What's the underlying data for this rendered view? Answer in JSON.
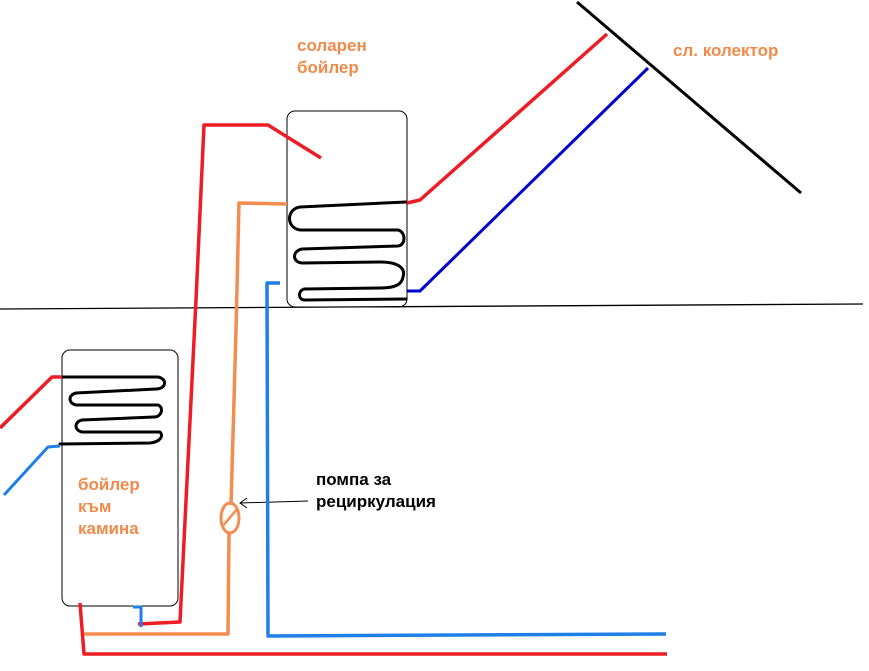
{
  "labels": {
    "solar_boiler_line1": "соларен",
    "solar_boiler_line2": "бойлер",
    "collector": "сл. колектор",
    "fireplace_boiler_line1": "бойлер",
    "fireplace_boiler_line2": "към",
    "fireplace_boiler_line3": "камина",
    "pump_line1": "помпа за",
    "pump_line2": "рециркулация"
  },
  "colors": {
    "hot_pipe": "#ee1c24",
    "cold_pipe_solar": "#0000cc",
    "cold_pipe_water": "#1e7fe6",
    "recirculation_pipe": "#f58c4f",
    "label_orange": "#f08a4b",
    "outline": "#000000"
  }
}
